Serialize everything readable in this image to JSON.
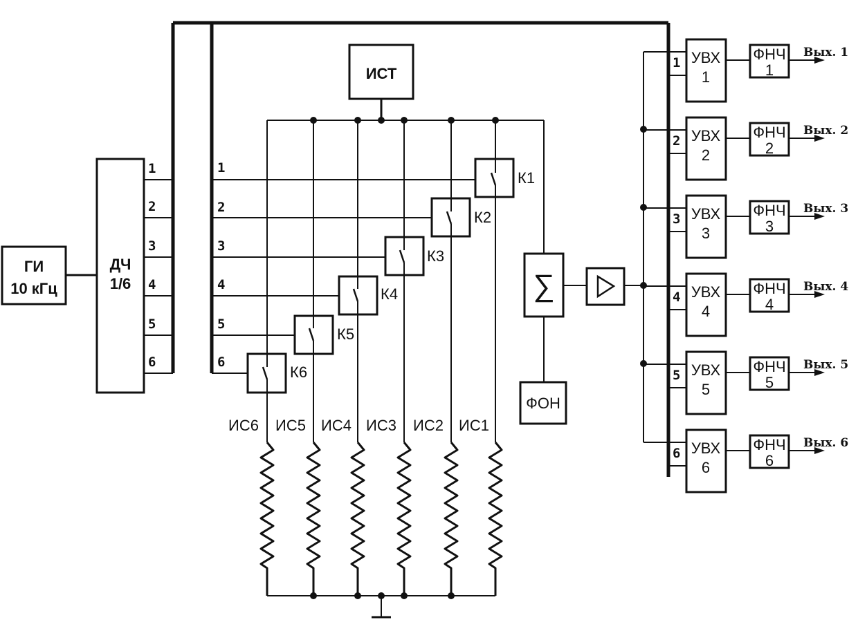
{
  "generator": {
    "line1": "ГИ",
    "line2": "10 кГц"
  },
  "divider": {
    "line1": "ДЧ",
    "line2": "1/6",
    "outputs": [
      "1",
      "2",
      "3",
      "4",
      "5",
      "6"
    ]
  },
  "bus_labels": [
    "1",
    "2",
    "3",
    "4",
    "5",
    "6"
  ],
  "current_source": "ИСТ",
  "switches": [
    "К1",
    "К2",
    "К3",
    "К4",
    "К5",
    "К6"
  ],
  "sensors": [
    "ИС6",
    "ИС5",
    "ИС4",
    "ИС3",
    "ИС2",
    "ИС1"
  ],
  "background_source": "ФОН",
  "summator_symbol": "∑",
  "channels": [
    {
      "input": "1",
      "shs_name": "УВХ",
      "shs_num": "1",
      "lpf_name": "ФНЧ",
      "lpf_num": "1",
      "output": "Вых. 1"
    },
    {
      "input": "2",
      "shs_name": "УВХ",
      "shs_num": "2",
      "lpf_name": "ФНЧ",
      "lpf_num": "2",
      "output": "Вых. 2"
    },
    {
      "input": "3",
      "shs_name": "УВХ",
      "shs_num": "3",
      "lpf_name": "ФНЧ",
      "lpf_num": "3",
      "output": "Вых. 3"
    },
    {
      "input": "4",
      "shs_name": "УВХ",
      "shs_num": "4",
      "lpf_name": "ФНЧ",
      "lpf_num": "4",
      "output": "Вых. 4"
    },
    {
      "input": "5",
      "shs_name": "УВХ",
      "shs_num": "5",
      "lpf_name": "ФНЧ",
      "lpf_num": "5",
      "output": "Вых. 5"
    },
    {
      "input": "6",
      "shs_name": "УВХ",
      "shs_num": "6",
      "lpf_name": "ФНЧ",
      "lpf_num": "6",
      "output": "Вых. 6"
    }
  ]
}
